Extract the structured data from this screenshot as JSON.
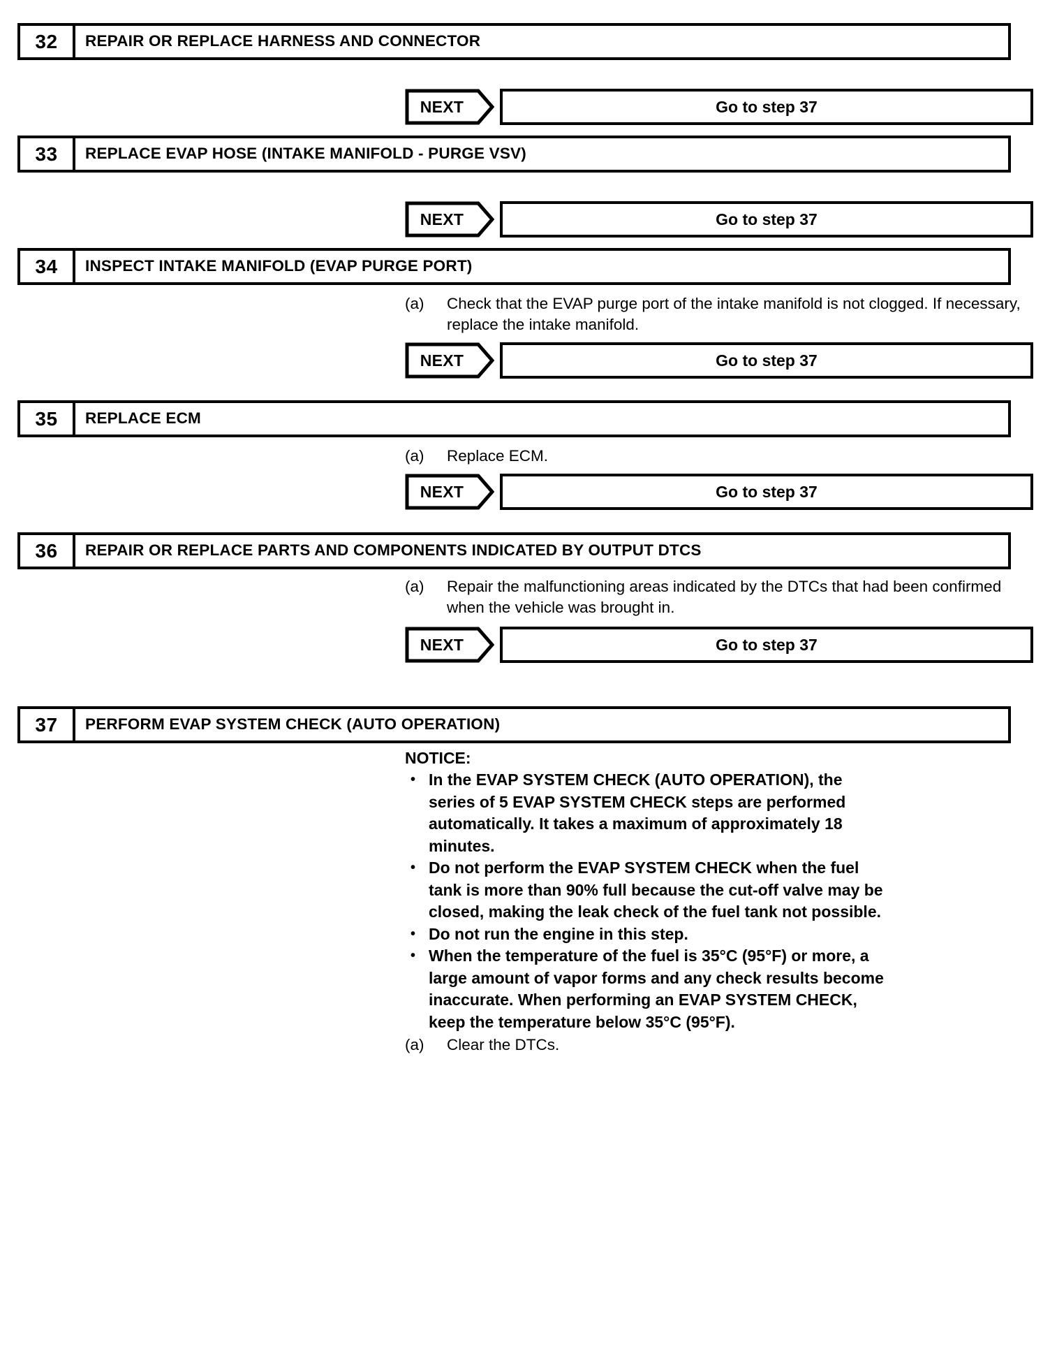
{
  "document": {
    "type": "service-manual-diagnostic-steps",
    "next_label": "NEXT",
    "bullet_glyph": "•"
  },
  "steps": [
    {
      "number": "32",
      "title": "REPAIR OR REPLACE HARNESS AND CONNECTOR",
      "details": [],
      "next": {
        "label": "NEXT",
        "result": "Go to step 37"
      }
    },
    {
      "number": "33",
      "title": "REPLACE EVAP HOSE (INTAKE MANIFOLD - PURGE VSV)",
      "details": [],
      "next": {
        "label": "NEXT",
        "result": "Go to step 37"
      }
    },
    {
      "number": "34",
      "title": "INSPECT INTAKE MANIFOLD (EVAP PURGE PORT)",
      "details": [
        {
          "label": "(a)",
          "text": "Check that the EVAP purge port of the intake manifold is not clogged. If necessary, replace the intake manifold."
        }
      ],
      "next": {
        "label": "NEXT",
        "result": "Go to step 37"
      }
    },
    {
      "number": "35",
      "title": "REPLACE ECM",
      "details": [
        {
          "label": "(a)",
          "text": "Replace ECM."
        }
      ],
      "next": {
        "label": "NEXT",
        "result": "Go to step 37"
      }
    },
    {
      "number": "36",
      "title": "REPAIR OR REPLACE PARTS AND COMPONENTS INDICATED BY OUTPUT DTCS",
      "details": [
        {
          "label": "(a)",
          "text": "Repair the malfunctioning areas indicated by the DTCs that had been confirmed when the vehicle was brought in."
        }
      ],
      "next": {
        "label": "NEXT",
        "result": "Go to step 37"
      }
    },
    {
      "number": "37",
      "title": "PERFORM EVAP SYSTEM CHECK (AUTO OPERATION)",
      "notice": {
        "heading": "NOTICE:",
        "bullets": [
          "In the EVAP SYSTEM CHECK (AUTO OPERATION), the series of 5 EVAP SYSTEM CHECK steps are performed automatically. It takes a maximum of approximately 18 minutes.",
          "Do not perform the EVAP SYSTEM CHECK when the fuel tank is more than 90% full because the cut-off valve may be closed, making the leak check of the fuel tank not possible.",
          "Do not run the engine in this step.",
          "When the temperature of the fuel is 35°C (95°F) or more, a large amount of vapor forms and any check results become inaccurate. When performing an EVAP SYSTEM CHECK, keep the temperature below 35°C (95°F)."
        ]
      },
      "details": [
        {
          "label": "(a)",
          "text": "Clear the DTCs."
        }
      ]
    }
  ]
}
